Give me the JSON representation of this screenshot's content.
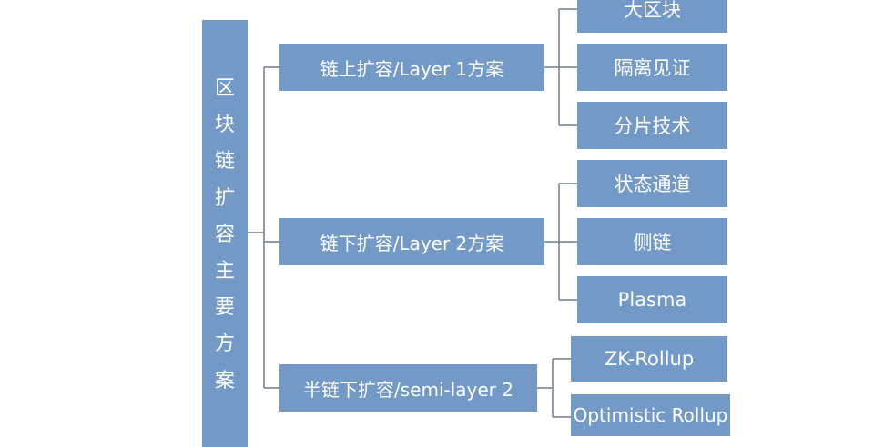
{
  "diagram": {
    "root": {
      "label": "区块链扩容主要方案",
      "chars": [
        "区",
        "块",
        "链",
        "扩",
        "容",
        "主",
        "要",
        "方",
        "案"
      ]
    },
    "branches": [
      {
        "label": "链上扩容/Layer 1方案",
        "children": [
          "大区块",
          "隔离见证",
          "分片技术"
        ]
      },
      {
        "label": "链下扩容/Layer 2方案",
        "children": [
          "状态通道",
          "侧链",
          "Plasma"
        ]
      },
      {
        "label": "半链下扩容/semi-layer 2",
        "children": [
          "ZK-Rollup",
          "Optimistic Rollup"
        ]
      }
    ],
    "colors": {
      "box_fill": "#7399c6",
      "box_text": "#ffffff",
      "connector": "#6e7c8a"
    }
  }
}
